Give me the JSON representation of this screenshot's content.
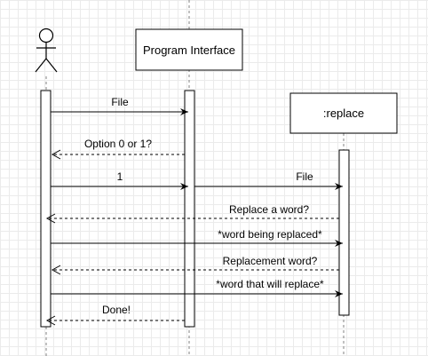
{
  "participants": {
    "actor": {
      "icon": "stick-figure-actor-icon"
    },
    "program_interface": {
      "label": "Program Interface"
    },
    "replace": {
      "label": ":replace"
    }
  },
  "messages": [
    {
      "label": "File",
      "style": "solid"
    },
    {
      "label": "Option 0 or 1?",
      "style": "dashed"
    },
    {
      "label": "1",
      "style": "solid"
    },
    {
      "label": "File",
      "style": "solid"
    },
    {
      "label": "Replace a word?",
      "style": "dashed"
    },
    {
      "label": "*word being replaced*",
      "style": "solid"
    },
    {
      "label": "Replacement word?",
      "style": "dashed"
    },
    {
      "label": "*word that will replace*",
      "style": "solid"
    },
    {
      "label": "Done!",
      "style": "dashed"
    }
  ],
  "colors": {
    "line": "#000000",
    "lifeline": "#808080",
    "background": "#ffffff",
    "grid": "#ebebeb"
  }
}
